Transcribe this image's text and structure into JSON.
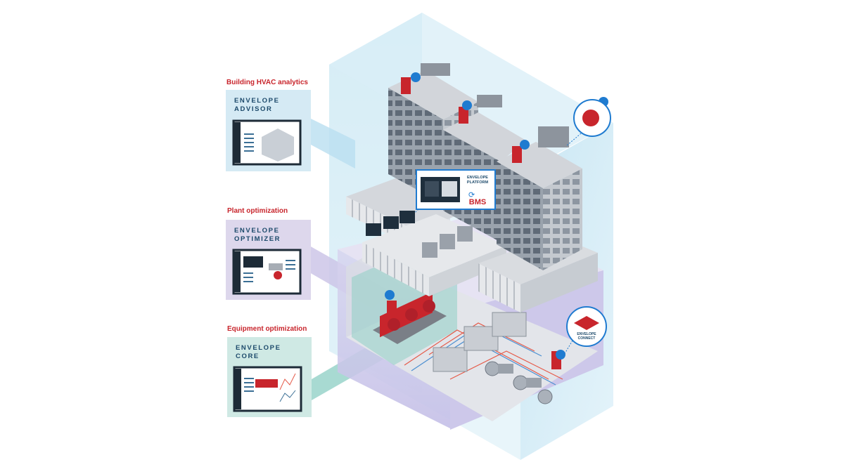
{
  "solutions": [
    {
      "heading": "Building HVAC analytics",
      "line1": "ENVELOPE",
      "line2": "ADVISOR"
    },
    {
      "heading": "Plant optimization",
      "line1": "ENVELOPE",
      "line2": "OPTIMIZER"
    },
    {
      "heading": "Equipment optimization",
      "line1": "ENVELOPE",
      "line2": "CORE"
    }
  ],
  "platform": {
    "line1": "ENVELOPE",
    "line2": "PLATFORM",
    "bms": "BMS"
  },
  "connect": {
    "line1": "ENVELOPE",
    "line2": "CONNECT"
  },
  "colors": {
    "advisor_card": "#d5eaf4",
    "optimizer_card": "#ddd7ec",
    "core_card": "#cfe9e4",
    "accent_red": "#c8252c",
    "navy": "#1d4a6b"
  }
}
